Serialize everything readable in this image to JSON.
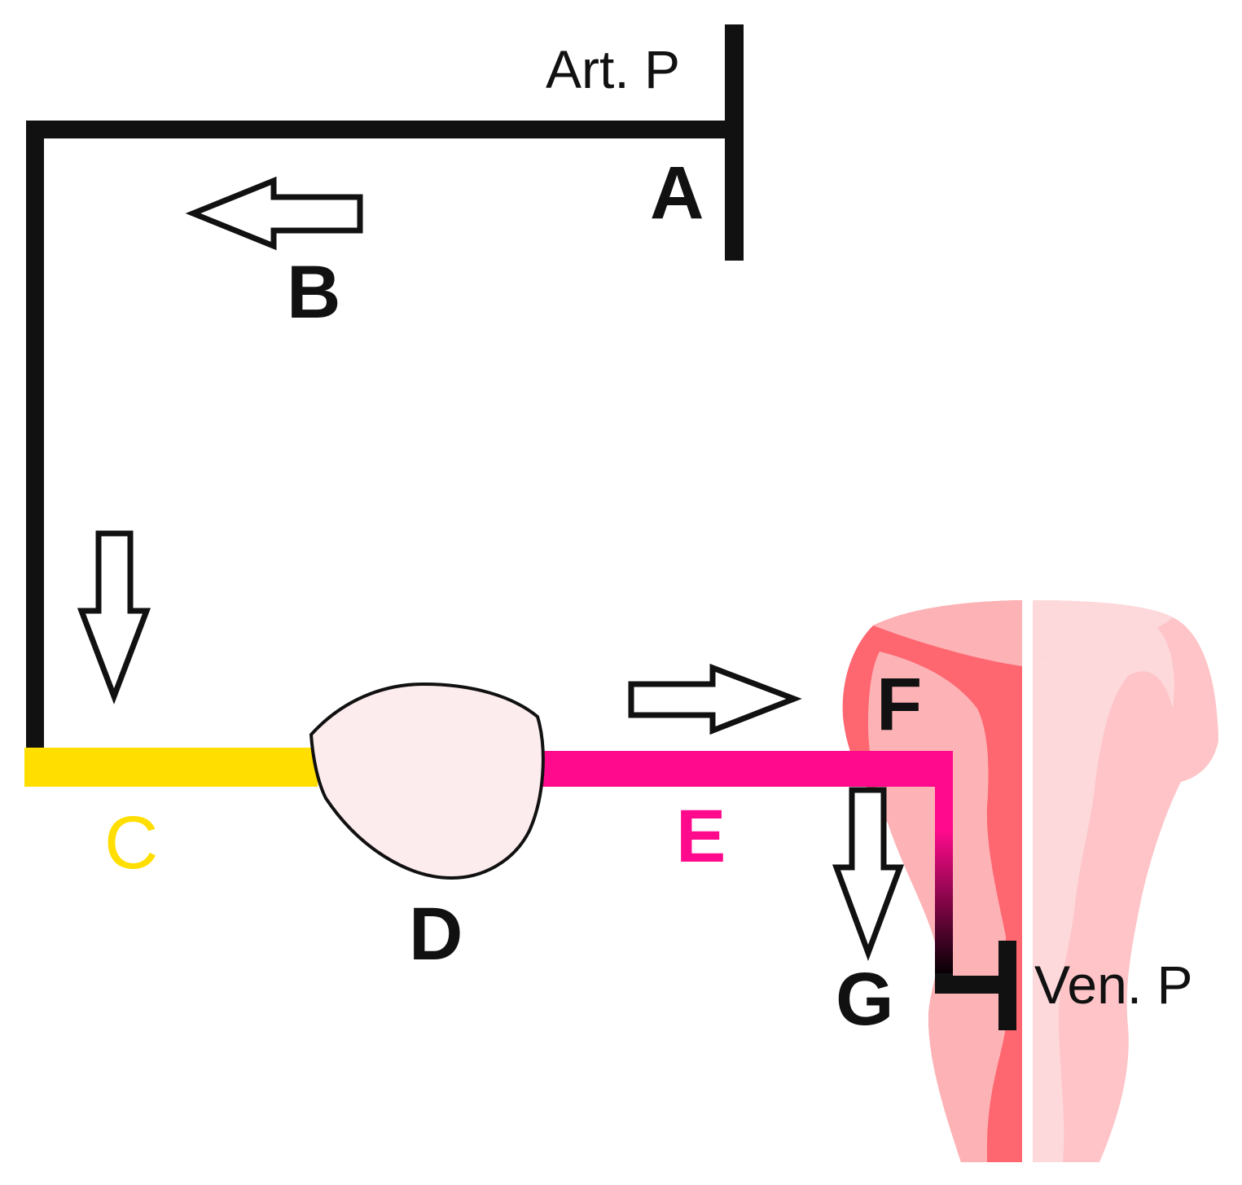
{
  "labels": {
    "art_p": "Art. P",
    "ven_p": "Ven. P",
    "a": "A",
    "b": "B",
    "c": "C",
    "d": "D",
    "e": "E",
    "f": "F",
    "g": "G"
  },
  "colors": {
    "line": "#111111",
    "c_segment": "#ffde00",
    "e_segment": "#ff0a8c",
    "d_fill": "#fdeced",
    "organ_dark": "#fe6670",
    "organ_mid": "#fdb3b6",
    "organ_light": "#fdd9dc",
    "organ_pale": "#fec4c7"
  }
}
